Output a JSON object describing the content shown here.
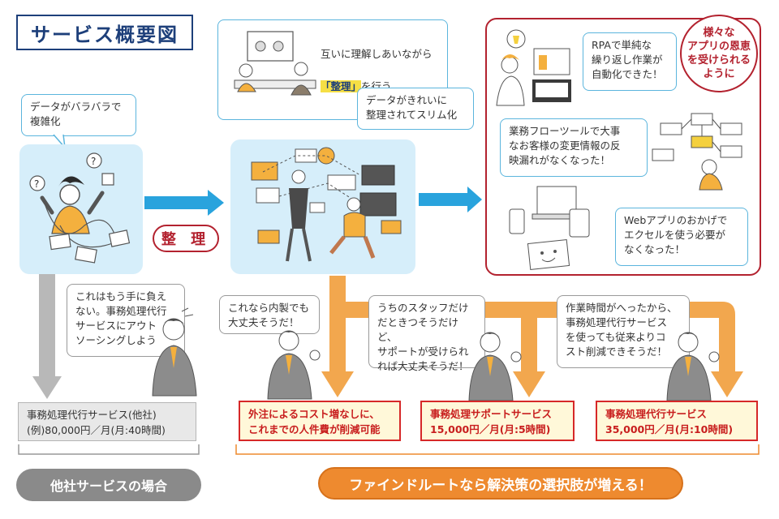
{
  "title": "サービス概要図",
  "left": {
    "bubble": "データがバラバラで\n複雑化",
    "outsourcing_bubble": "これはもう手に負え\nない。事務処理代行\nサービスにアウト\nソーシングしよう",
    "price": "事務処理代行サービス(他社)\n(例)80,000円／月(月:40時間)",
    "footer": "他社サービスの場合"
  },
  "middle": {
    "top_bubble_pre": "互いに理解しあいながら",
    "top_bubble_highlight": "「整理」",
    "top_bubble_post": "を行う",
    "bubble2": "データがきれいに\n整理されてスリム化",
    "pill": "整 理"
  },
  "results": {
    "badge": "様々な\nアプリの恩恵\nを受けられる\nように",
    "items": [
      "RPAで単純な\n繰り返し作業が\n自動化できた！",
      "業務フローツールで大事\nなお客様の変更情報の反\n映漏れがなくなった！",
      "Webアプリのおかげで\nエクセルを使う必要が\nなくなった！"
    ]
  },
  "options": {
    "bubbles": [
      "これなら内製でも\n大丈夫そうだ！",
      "うちのスタッフだけ\nだときつそうだけど、\nサポートが受けられ\nれば大丈夫そうだ！",
      "作業時間がへったから、\n事務処理代行サービス\nを使っても従来よりコ\nスト削減できそうだ！"
    ],
    "prices": [
      "外注によるコスト増なしに、\nこれまでの人件費が削減可能",
      "事務処理サポートサービス\n15,000円／月(月:5時間)",
      "事務処理代行サービス\n35,000円／月(月:10時間)"
    ],
    "footer": "ファインドルートなら解決策の選択肢が増える！"
  },
  "colors": {
    "navy": "#1d3f7a",
    "red": "#b3222f",
    "orange": "#ee8a2f",
    "light_blue": "#d6eefa",
    "blue_arrow": "#29a3dd",
    "gray": "#8a8a8a"
  }
}
